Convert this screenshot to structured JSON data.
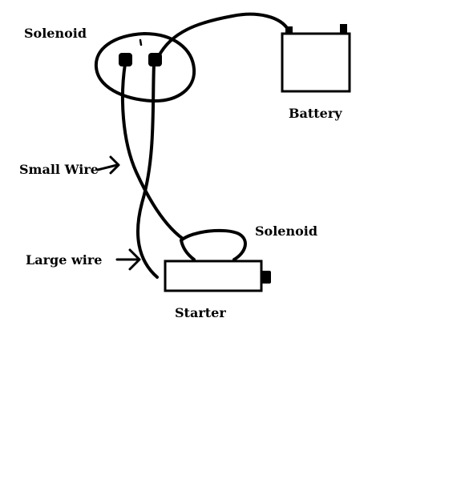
{
  "labels": {
    "solenoid_top": "Solenoid",
    "battery": "Battery",
    "small_wire": "Small Wire",
    "large_wire": "Large wire",
    "solenoid_starter": "Solenoid",
    "starter": "Starter"
  },
  "colors": {
    "ink": "#000000",
    "background": "#ffffff"
  }
}
